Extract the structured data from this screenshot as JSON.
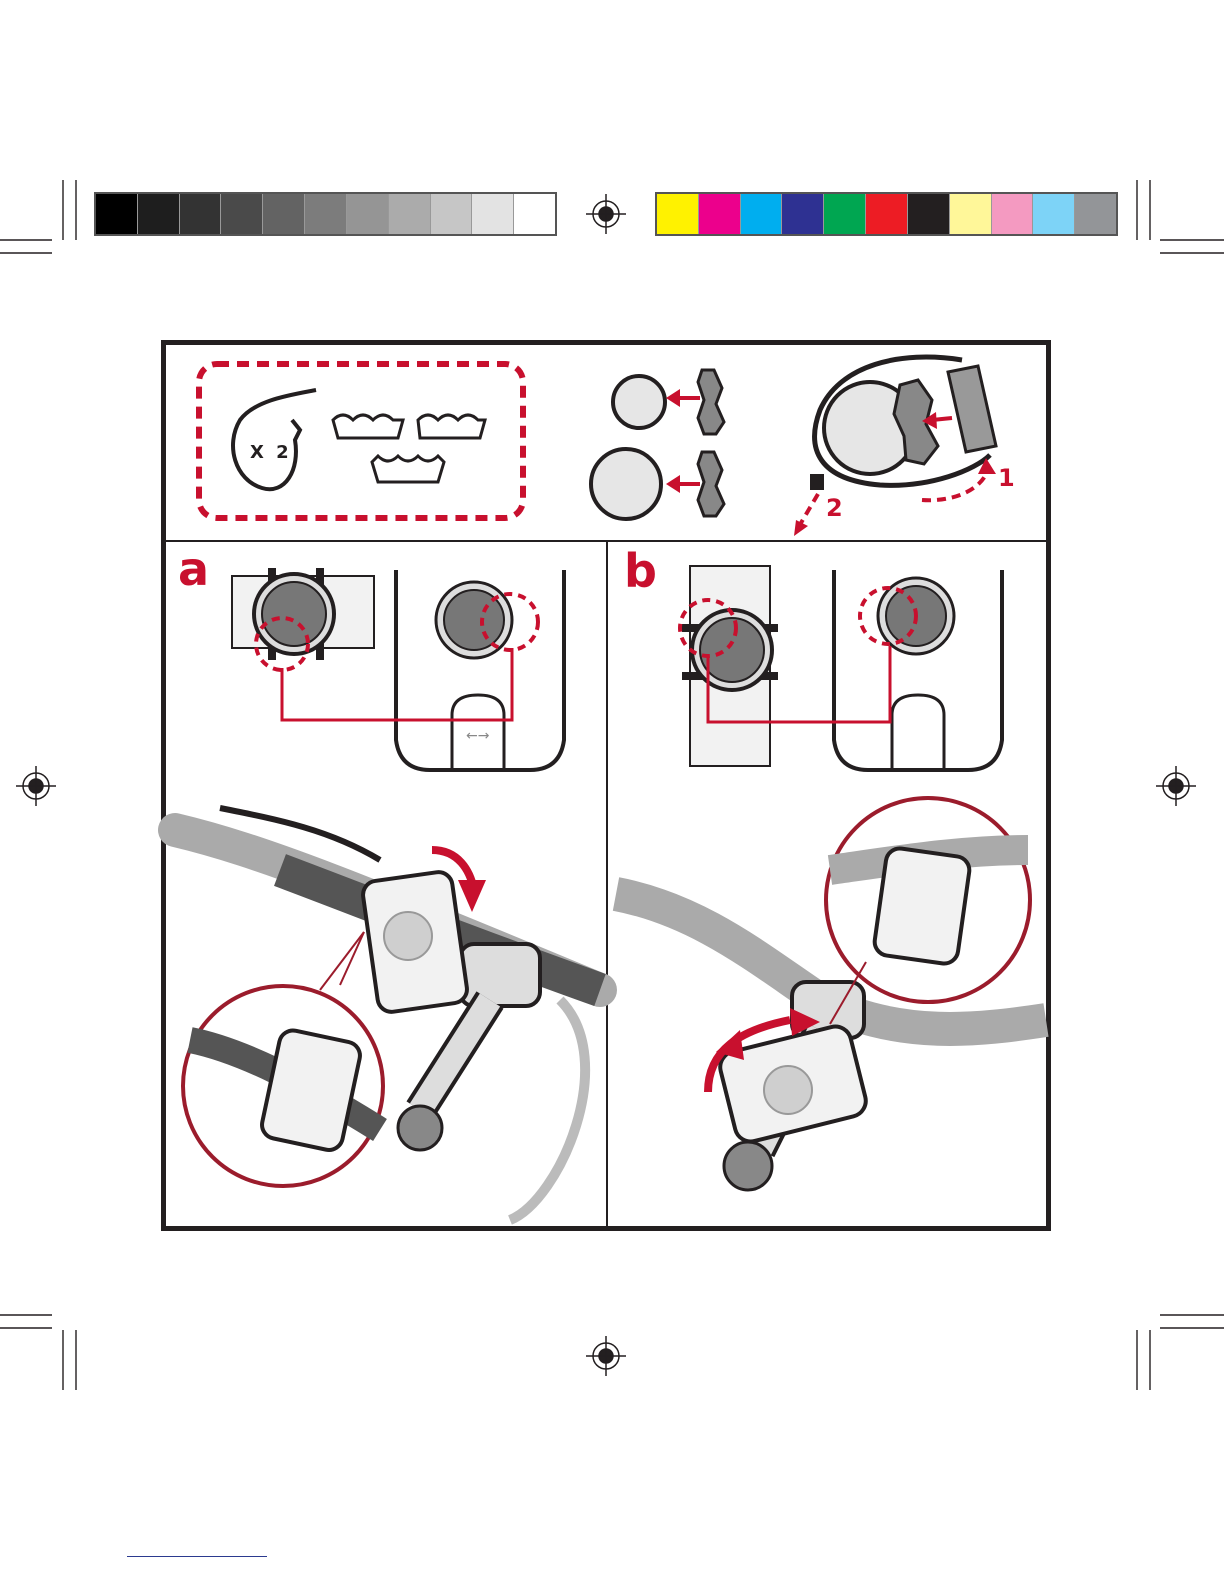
{
  "colors": {
    "accent": "#c8102e",
    "ink": "#231f20",
    "grayscale_swatches": [
      "#000000",
      "#1e1e1e",
      "#333333",
      "#4a4a4a",
      "#636363",
      "#7c7c7c",
      "#959595",
      "#ababab",
      "#c6c6c6",
      "#e3e3e3",
      "#ffffff"
    ],
    "process_swatches": [
      "#fff200",
      "#ec008c",
      "#00aeef",
      "#2e3192",
      "#00a651",
      "#ed1c24",
      "#231f20",
      "#fff799",
      "#f49ac1",
      "#7dd3f7",
      "#939598"
    ]
  },
  "top_panel": {
    "multiplier_label": "X 2",
    "step_one": "1",
    "step_two": "2"
  },
  "panels": [
    {
      "label": "a"
    },
    {
      "label": "b"
    }
  ],
  "icons": [
    "registration-mark-icon",
    "usb-icon",
    "strap-icon",
    "rubber-pad-icon",
    "red-arrow-icon"
  ]
}
